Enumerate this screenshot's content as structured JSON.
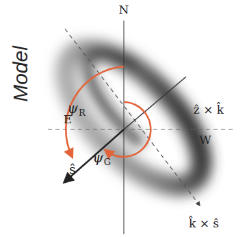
{
  "diagram": {
    "labels": [
      "N",
      "E",
      "W",
      "ẑ × k̂",
      "ŝ",
      "k̂ × ŝ",
      "ψ",
      "R",
      "ψ",
      "G",
      "Model"
    ]
  }
}
